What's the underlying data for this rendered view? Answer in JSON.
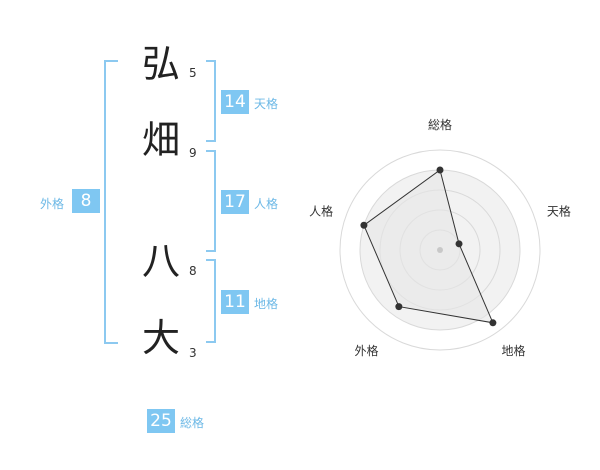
{
  "name": {
    "chars": [
      {
        "char": "弘",
        "strokes": "5"
      },
      {
        "char": "畑",
        "strokes": "9"
      },
      {
        "char": "八",
        "strokes": "8"
      },
      {
        "char": "大",
        "strokes": "3"
      }
    ]
  },
  "fortunes": {
    "tenkaku": {
      "value": "14",
      "label": "天格"
    },
    "jinkaku": {
      "value": "17",
      "label": "人格"
    },
    "chikaku": {
      "value": "11",
      "label": "地格"
    },
    "gaikaku": {
      "value": "8",
      "label": "外格"
    },
    "soukaku": {
      "value": "25",
      "label": "総格"
    }
  },
  "chart_data": {
    "type": "radar",
    "axes": [
      "総格",
      "天格",
      "地格",
      "外格",
      "人格"
    ],
    "values": [
      0.8,
      0.2,
      0.9,
      0.7,
      0.8
    ],
    "max": 1,
    "rings": 5
  }
}
